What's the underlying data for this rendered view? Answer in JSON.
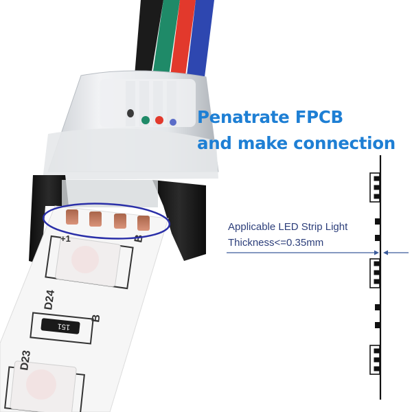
{
  "headline": {
    "line1": "Penatrate FPCB",
    "line2": "and make connection",
    "color": "#1e7fd4"
  },
  "spec": {
    "line1": "Applicable LED Strip Light",
    "line2": "Thickness<=0.35mm",
    "color": "#2c3e7a"
  },
  "strip_labels": {
    "plus": "+1",
    "channel_b_top": "B",
    "led_top": "D24",
    "resistor": "151",
    "channel_b_mid": "B",
    "led_bottom": "D23"
  },
  "wires": [
    {
      "name": "black",
      "color": "#1b1b1b"
    },
    {
      "name": "green",
      "color": "#1f8a68"
    },
    {
      "name": "red",
      "color": "#e2392c"
    },
    {
      "name": "blue",
      "color": "#2e47b0"
    }
  ],
  "highlight_ellipse_color": "#2a2fa8",
  "diagram": {
    "line_color": "#111111",
    "arrow_color": "#3a5a9a"
  }
}
